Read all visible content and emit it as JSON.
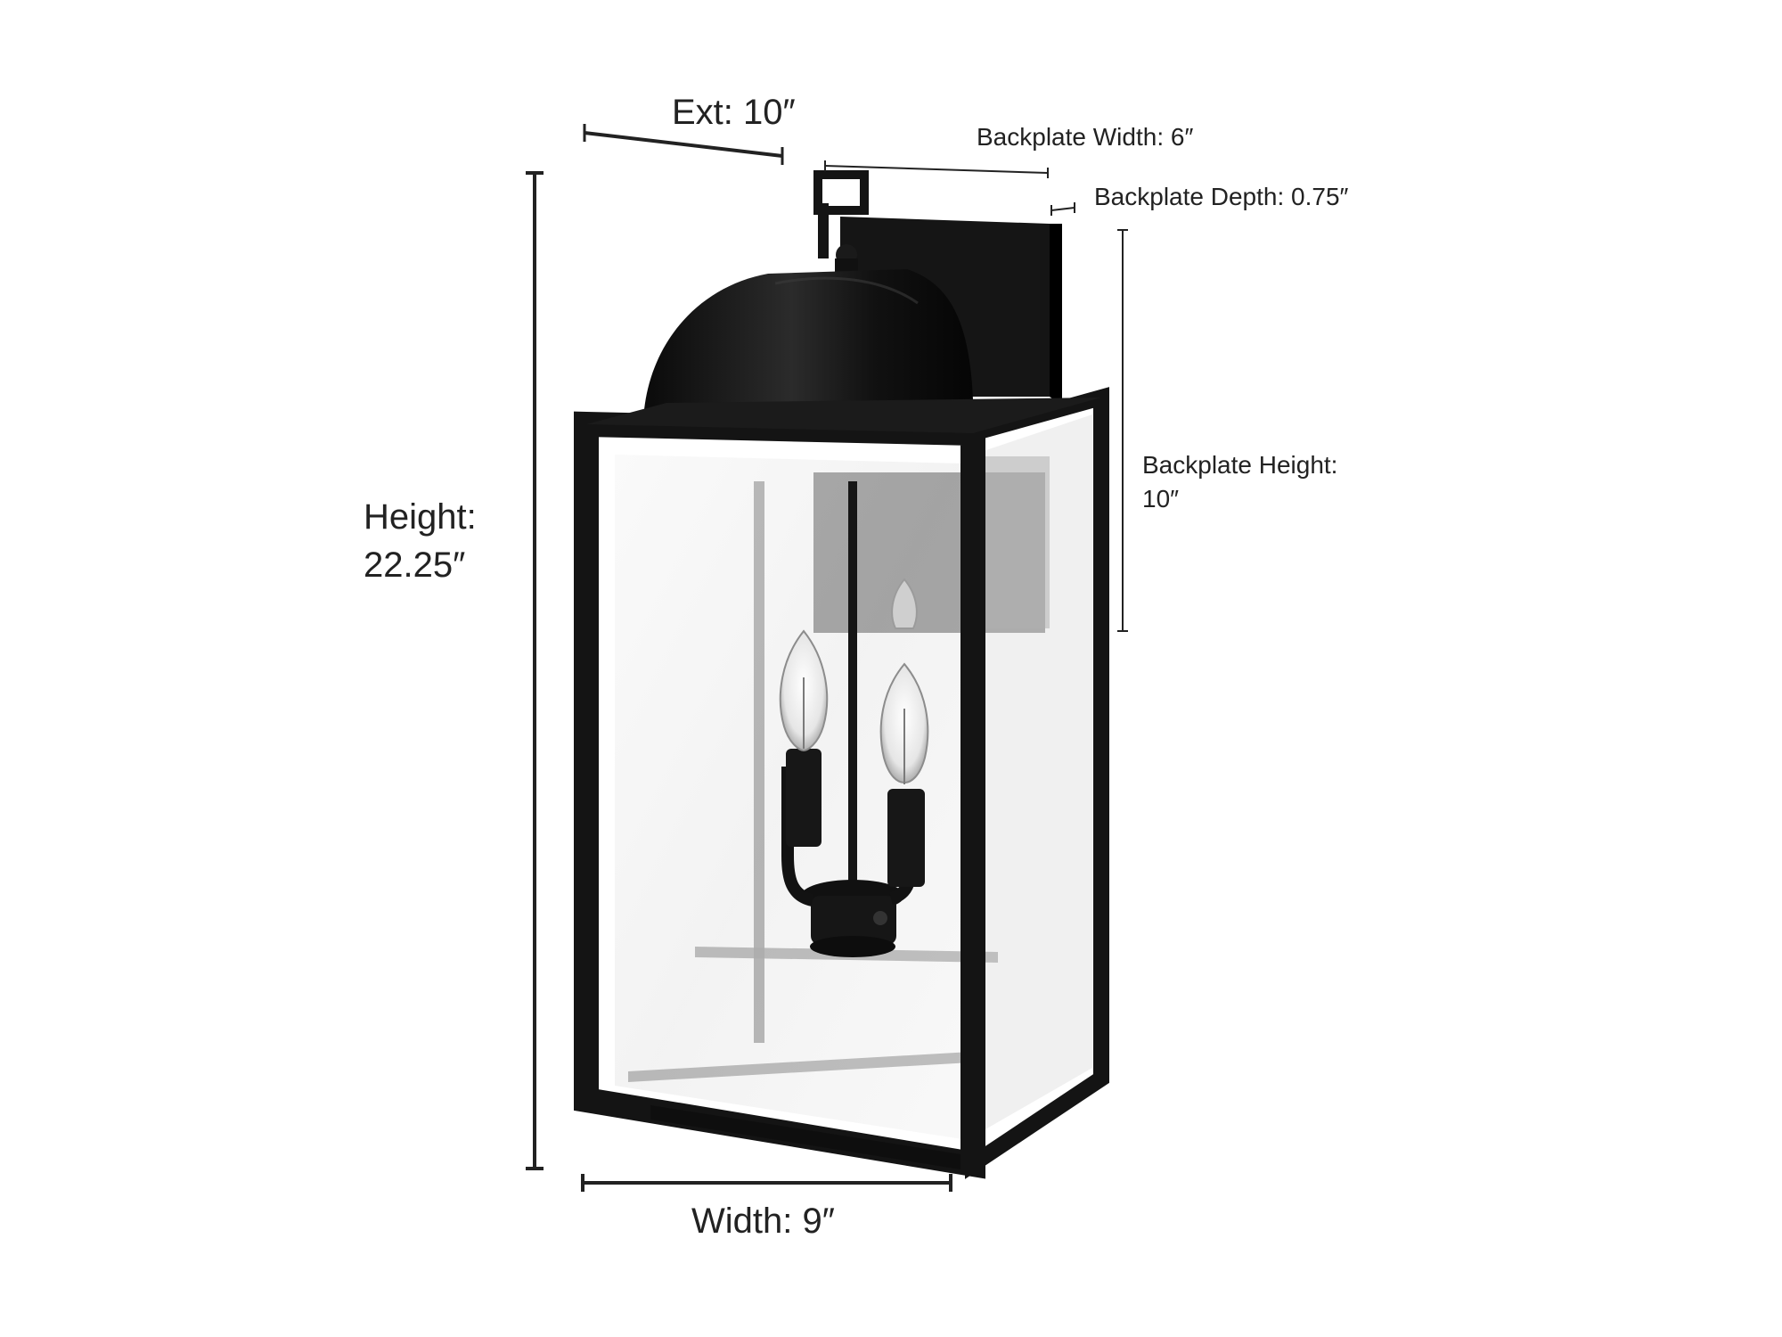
{
  "labels": {
    "ext": "Ext: 10″",
    "backplate_width": "Backplate Width: 6″",
    "backplate_depth": "Backplate Depth: 0.75″",
    "backplate_height_line1": "Backplate Height:",
    "backplate_height_line2": "10″",
    "height_line1": "Height:",
    "height_line2": "22.25″",
    "width": "Width: 9″"
  },
  "colors": {
    "frame": "#141414",
    "glass": "#f4f4f4",
    "dimension_line": "#222222"
  },
  "icons": {
    "product": "lantern-wall-sconce-icon",
    "bulb": "candle-bulb-icon"
  }
}
